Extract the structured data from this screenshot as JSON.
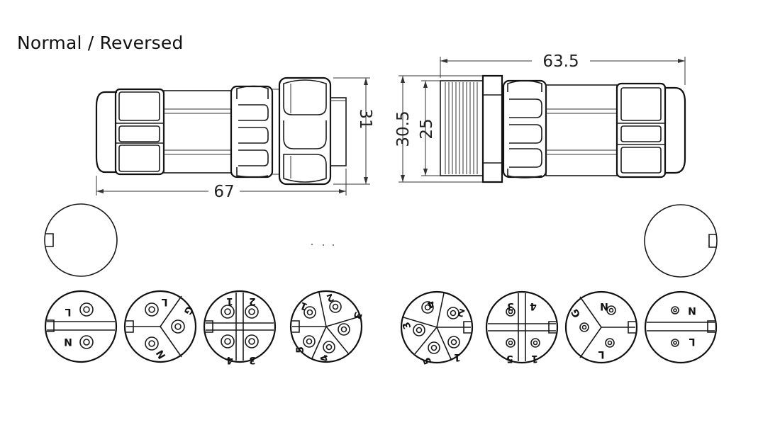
{
  "title": "Normal / Reversed",
  "dimensions": {
    "left_length": "67",
    "left_height": "31",
    "right_length": "63.5",
    "right_outer_dia": "30.5",
    "right_inner_dia": "25"
  },
  "pin_faces": {
    "normal": [
      {
        "labels": [
          "L",
          "N"
        ]
      },
      {
        "labels": [
          "L",
          "G",
          "N"
        ]
      },
      {
        "labels": [
          "1",
          "2",
          "4",
          "3"
        ]
      },
      {
        "labels": [
          "1",
          "2",
          "3",
          "4",
          "5"
        ]
      }
    ],
    "reversed": [
      {
        "labels": [
          "4",
          "2",
          "3",
          "1",
          "5"
        ]
      },
      {
        "labels": [
          "3",
          "4",
          "5",
          "1"
        ]
      },
      {
        "labels": [
          "G",
          "N",
          "L"
        ]
      },
      {
        "labels": [
          "N",
          "L"
        ]
      }
    ]
  }
}
